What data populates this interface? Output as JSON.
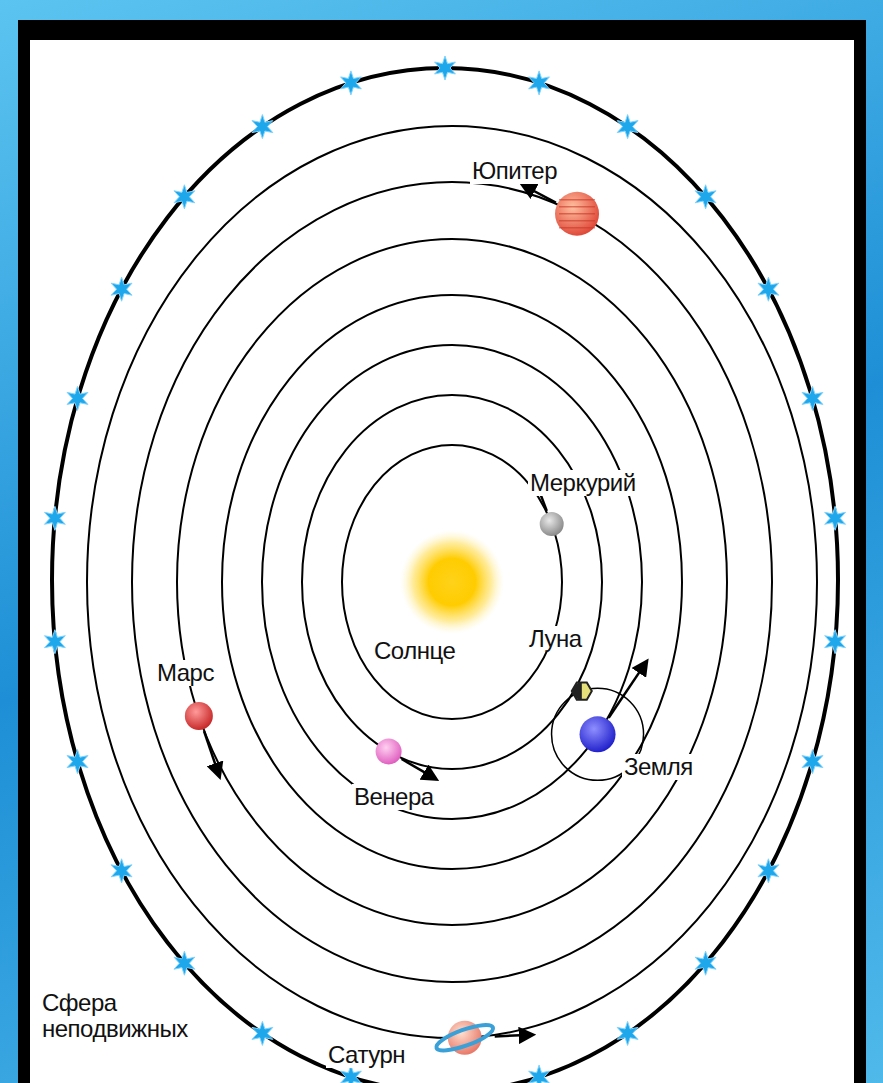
{
  "diagram": {
    "labels": [
      "Юпитер",
      "Меркурий",
      "Луна",
      "Солнце",
      "Марс",
      "Земля",
      "Венера",
      "Сфера неподвижных",
      "Сатурн"
    ]
  }
}
